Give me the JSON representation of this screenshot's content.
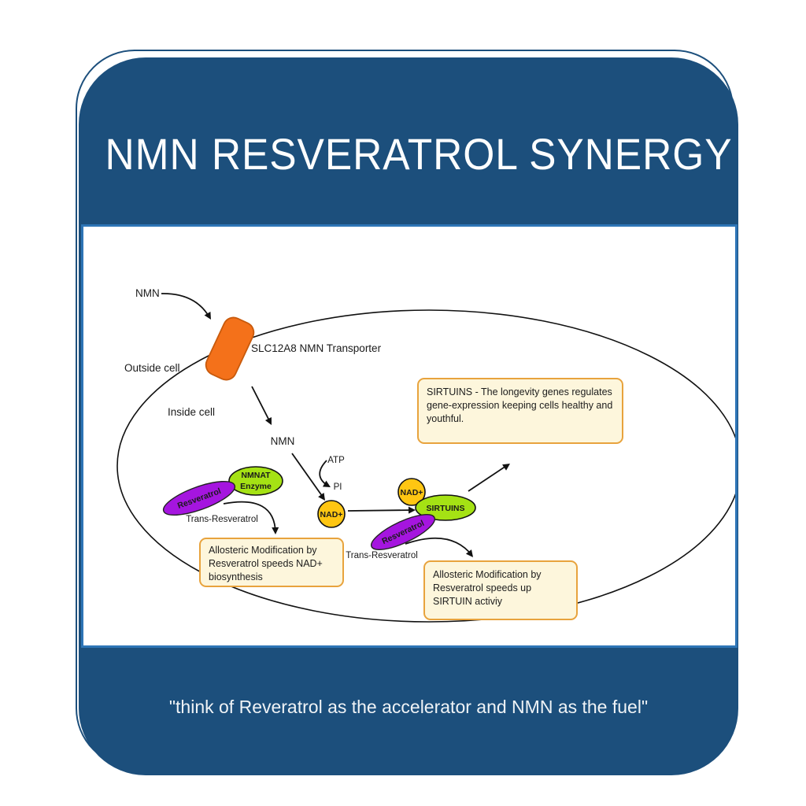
{
  "header": {
    "title": "NMN RESVERATROL SYNERGY"
  },
  "footer": {
    "quote": "\"think of Reveratrol as the accelerator and NMN as the fuel\""
  },
  "diagram": {
    "cell": {
      "outside_label": "Outside cell",
      "inside_label": "Inside cell"
    },
    "transporter": {
      "label": "SLC12A8 NMN Transporter"
    },
    "molecules": {
      "nmn_outside": "NMN",
      "nmn_inside": "NMN",
      "atp": "ATP",
      "pi": "PI",
      "nmnat_line1": "NMNAT",
      "nmnat_line2": "Enzyme",
      "nad_1": "NAD+",
      "nad_2": "NAD+",
      "sirtuins": "SIRTUINS",
      "resveratrol_1": "Resveratrol",
      "resveratrol_2": "Resveratrol",
      "trans_resveratrol_1": "Trans-Resveratrol",
      "trans_resveratrol_2": "Trans-Resveratrol"
    },
    "notes": {
      "sirtuins_info": "SIRTUINS - The longevity genes regulates gene-expression keeping cells healthy and youthful.",
      "nad_biosynthesis": "Allosteric Modification by Resveratrol speeds NAD+ biosynthesis",
      "sirtuin_activity": "Allosteric Modification by Resveratrol speeds up SIRTUIN activiy"
    }
  },
  "colors": {
    "card_blue": "#1C4F7C",
    "panel_border_blue": "#2E75B6",
    "transporter_orange": "#F4711A",
    "enzyme_lime": "#A5E214",
    "resveratrol_purple": "#A515DF",
    "nad_gold": "#FFC612",
    "note_cream": "#FDF6DC",
    "note_border_orange": "#E8A33D"
  }
}
